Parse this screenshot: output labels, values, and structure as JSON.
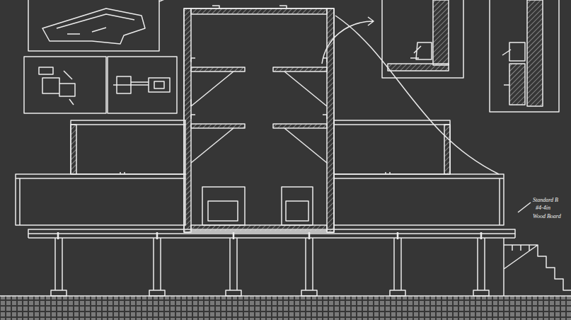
{
  "diagram": {
    "labels": [
      "Standard B",
      "#4-4in",
      "Wood Board"
    ]
  }
}
